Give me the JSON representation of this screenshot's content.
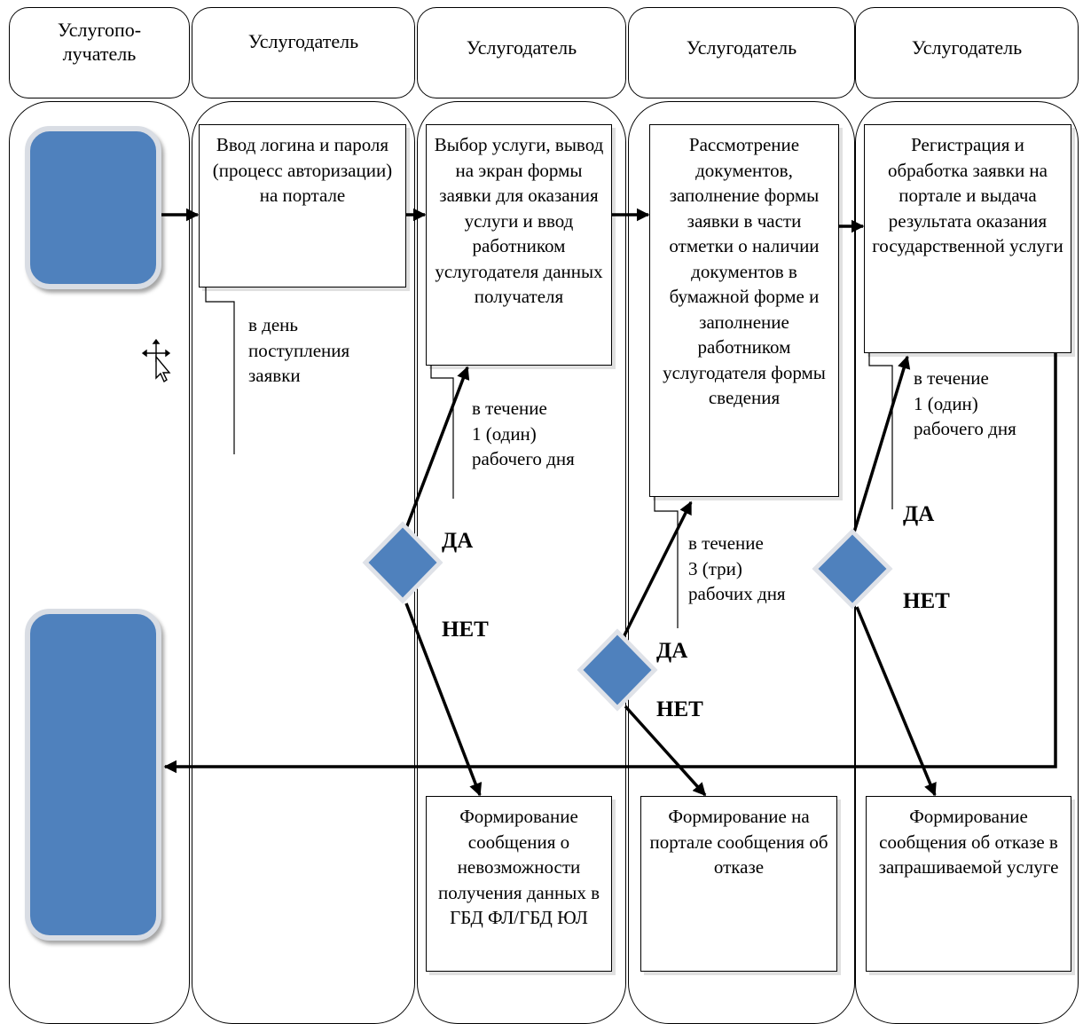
{
  "lanes": [
    {
      "header": "Услугопо-\nлучатель"
    },
    {
      "header": "Услугодатель"
    },
    {
      "header": "Услугодатель"
    },
    {
      "header": "Услугодатель"
    },
    {
      "header": "Услугодатель"
    }
  ],
  "process_boxes": {
    "login": "Ввод логина и пароля (процесс авторизации) на портале",
    "select_service": "Выбор услуги, вывод на экран формы заявки для оказания услуги и ввод работником услугодателя данных получателя",
    "review_docs": "Рассмотрение документов, заполнение формы заявки в части отметки о наличии документов в бумажной форме и заполнение работником услугодателя формы сведения",
    "registration": "Регистрация и обработка заявки на портале и выдача результата оказания государственной услуги",
    "msg_no_data": "Формирование сообщения о невозможности получения данных в ГБД ФЛ/ГБД ЮЛ",
    "msg_refusal_portal": "Формирование на портале сообщения об отказе",
    "msg_refusal_service": "Формирование сообщения об отказе в запрашиваемой услуге"
  },
  "notes": {
    "on_receipt_day": "в день\nпоступления\nзаявки",
    "one_day_a": "в течение\n1 (один)\nрабочего дня",
    "three_days": "в течение\n3 (три)\nрабочих дня",
    "one_day_b": "в течение\n1 (один)\nрабочего дня"
  },
  "decisions": {
    "yes": "ДА",
    "no": "НЕТ"
  },
  "colors": {
    "shape_fill": "#4f81bd",
    "line": "#000000"
  },
  "icons": {
    "cursor": "move-cursor-icon"
  }
}
